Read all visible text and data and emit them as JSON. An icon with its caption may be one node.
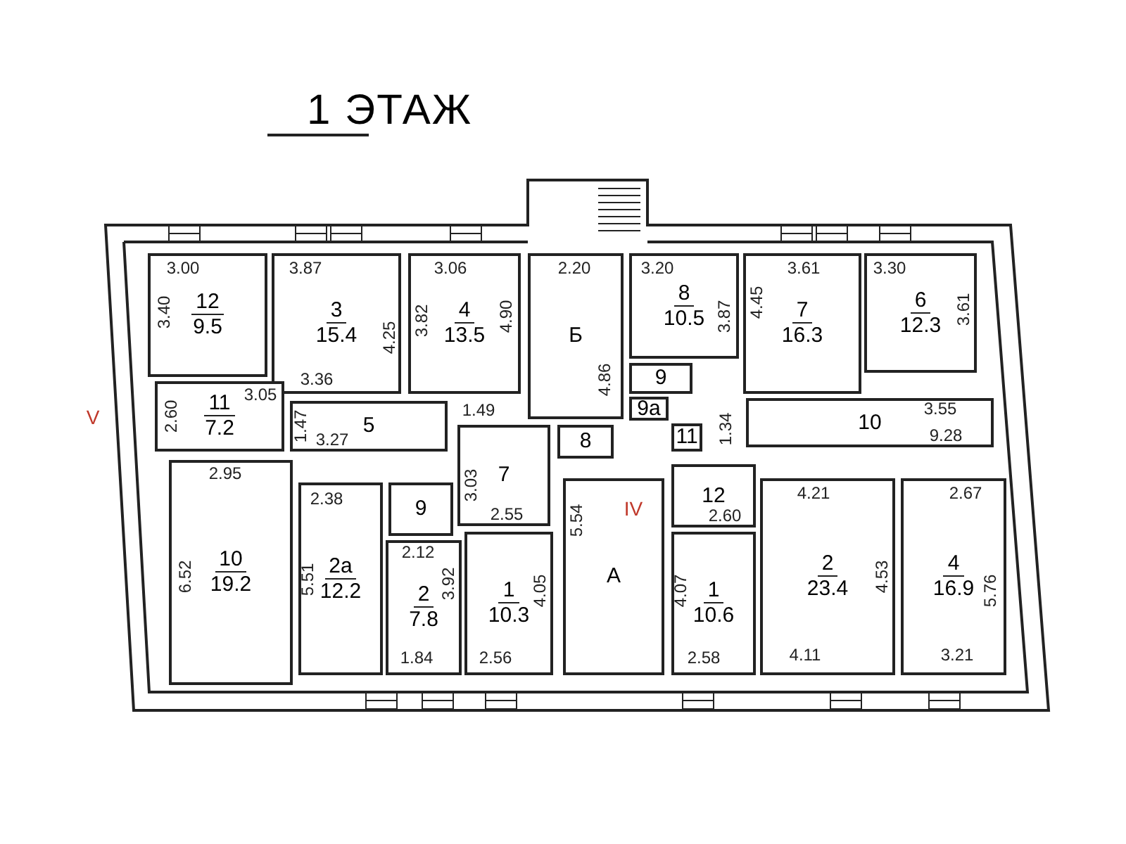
{
  "diagram": {
    "title": "1 ЭТАЖ",
    "nodes": [
      {
        "text": [
          "12",
          "9.5"
        ]
      },
      {
        "text": [
          "3",
          "15.4"
        ]
      },
      {
        "text": [
          "4",
          "13.5"
        ]
      },
      {
        "text": [
          "Б"
        ]
      },
      {
        "text": [
          "8",
          "10.5"
        ]
      },
      {
        "text": [
          "7",
          "16.3"
        ]
      },
      {
        "text": [
          "6",
          "12.3"
        ]
      },
      {
        "text": [
          "9"
        ]
      },
      {
        "text": [
          "9а"
        ]
      },
      {
        "text": [
          "11",
          "7.2"
        ]
      },
      {
        "text": [
          "5"
        ]
      },
      {
        "text": [
          "10"
        ]
      },
      {
        "text": [
          "8"
        ]
      },
      {
        "text": [
          "11"
        ]
      },
      {
        "text": [
          "7"
        ]
      },
      {
        "text": [
          "10",
          "19.2"
        ]
      },
      {
        "text": [
          "2а",
          "12.2"
        ]
      },
      {
        "text": [
          "9"
        ]
      },
      {
        "text": [
          "12"
        ]
      },
      {
        "text": [
          "А"
        ]
      },
      {
        "text": [
          "2",
          "23.4"
        ]
      },
      {
        "text": [
          "4",
          "16.9"
        ]
      },
      {
        "text": [
          "2",
          "7.8"
        ]
      },
      {
        "text": [
          "1",
          "10.3"
        ]
      },
      {
        "text": [
          "1",
          "10.6"
        ]
      }
    ],
    "labels": [
      "3.00",
      "3.87",
      "3.06",
      "2.20",
      "3.20",
      "3.61",
      "3.30",
      "3.40",
      "4.25",
      "3.82",
      "4.90",
      "3.87",
      "4.45",
      "3.61",
      "3.05",
      "3.36",
      "3.55",
      "4.86",
      "V",
      "2.60",
      "1.47",
      "1.49",
      "1.34",
      "3.27",
      "9.28",
      "2.95",
      "3.03",
      "4.21",
      "2.67",
      "2.38",
      "2.55",
      "5.54",
      "IV",
      "2.60",
      "2.12",
      "6.52",
      "5.51",
      "3.92",
      "4.05",
      "4.07",
      "4.53",
      "5.76",
      "1.84",
      "2.56",
      "2.58",
      "4.11",
      "3.21"
    ]
  }
}
